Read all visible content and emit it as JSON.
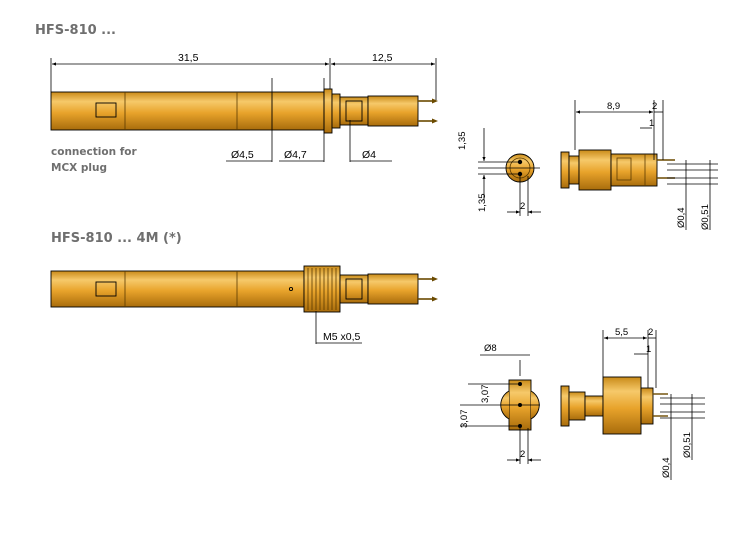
{
  "colors": {
    "gold": "#E8A32B",
    "gold_dark": "#B97A12",
    "gold_light": "#F6C96A",
    "text_gray": "#6f6f6f"
  },
  "top": {
    "title": "HFS-810 ...",
    "caption_line1": "connection for",
    "caption_line2": "MCX plug",
    "dim_length": "31,5",
    "dim_tip": "12,5",
    "dia_1": "Ø4,5",
    "dia_2": "Ø4,7",
    "dia_3": "Ø4",
    "front": {
      "vert_upper": "1,35",
      "vert_lower": "1,35",
      "horiz": "2"
    },
    "side": {
      "len": "8,9",
      "pitch": "2",
      "small": "1",
      "dia_pin": "Ø0,4",
      "dia_pin2": "Ø0,51"
    }
  },
  "bottom": {
    "title": "HFS-810 ... 4M (*)",
    "thread": "M5 x0,5",
    "front": {
      "dia": "Ø8",
      "vert_outer": "3,07",
      "vert_inner": "3,07",
      "horiz": "2"
    },
    "side": {
      "len": "5,5",
      "pitch": "2",
      "small": "1",
      "dia_pin": "Ø0,4",
      "dia_pin2": "Ø0,51"
    }
  }
}
